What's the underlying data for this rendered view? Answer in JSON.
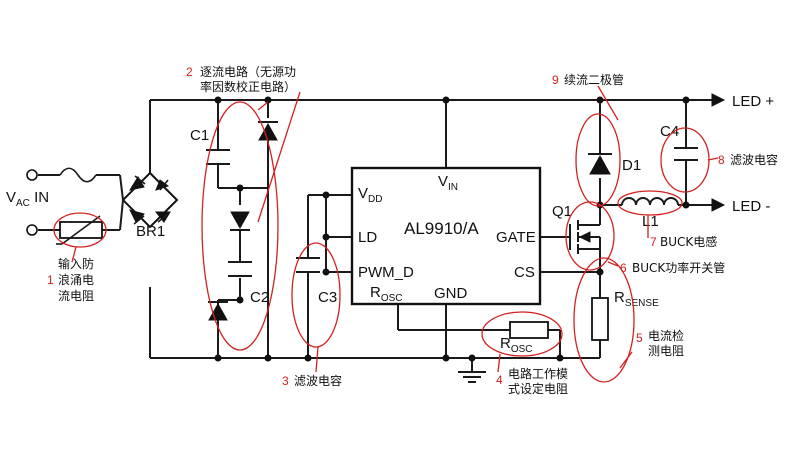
{
  "labels": {
    "vac_main": "V",
    "vac_sub": "AC",
    "vac_in": " IN",
    "br1": "BR1",
    "c1": "C1",
    "c2": "C2",
    "c3": "C3",
    "c4": "C4",
    "chip": "AL9910/A",
    "vdd_main": "V",
    "vdd_sub": "DD",
    "ld": "LD",
    "pwm": "PWM_D",
    "rosc_pin_main": "R",
    "rosc_pin_sub": "OSC",
    "gnd": "GND",
    "vin_main": "V",
    "vin_sub": "IN",
    "gate": "GATE",
    "cs": "CS",
    "q1": "Q1",
    "d1": "D1",
    "l1": "L1",
    "rsense_main": "R",
    "rsense_sub": "SENSE",
    "rosc_main": "R",
    "rosc_sub": "OSC",
    "led_plus": "LED +",
    "led_minus": "LED -"
  },
  "annotations": {
    "n1": "1",
    "a1_l1": "输入防",
    "a1_l2": "浪涌电",
    "a1_l3": "流电阻",
    "n2": "2",
    "a2_l1": "逐流电路（无源功",
    "a2_l2": "率因数校正电路）",
    "n3": "3",
    "a3": "滤波电容",
    "n4": "4",
    "a4_l1": "电路工作模",
    "a4_l2": "式设定电阻",
    "n5": "5",
    "a5_l1": "电流检",
    "a5_l2": "测电阻",
    "n6": "6",
    "a6": "BUCK功率开关管",
    "n7": "7",
    "a7": "BUCK电感",
    "n8": "8",
    "a8": "滤波电容",
    "n9": "9",
    "a9": "续流二极管"
  }
}
